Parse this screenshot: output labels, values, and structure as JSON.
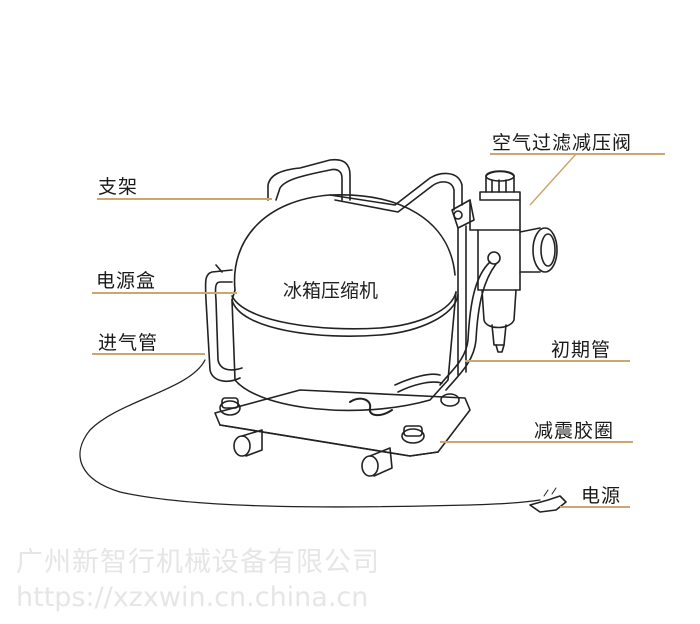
{
  "diagram": {
    "title": "冰箱压缩机",
    "leader_color": "#c9a870",
    "labels": {
      "bracket": "支架",
      "power_box": "电源盒",
      "intake_pipe": "进气管",
      "air_filter_regulator": "空气过滤减压阀",
      "initial_pipe": "初期管",
      "shock_rubber": "减震胶圈",
      "power": "电源"
    }
  },
  "watermark": {
    "company": "广州新智行机械设备有限公司",
    "url": "https://xzxwin.cn.china.cn"
  }
}
